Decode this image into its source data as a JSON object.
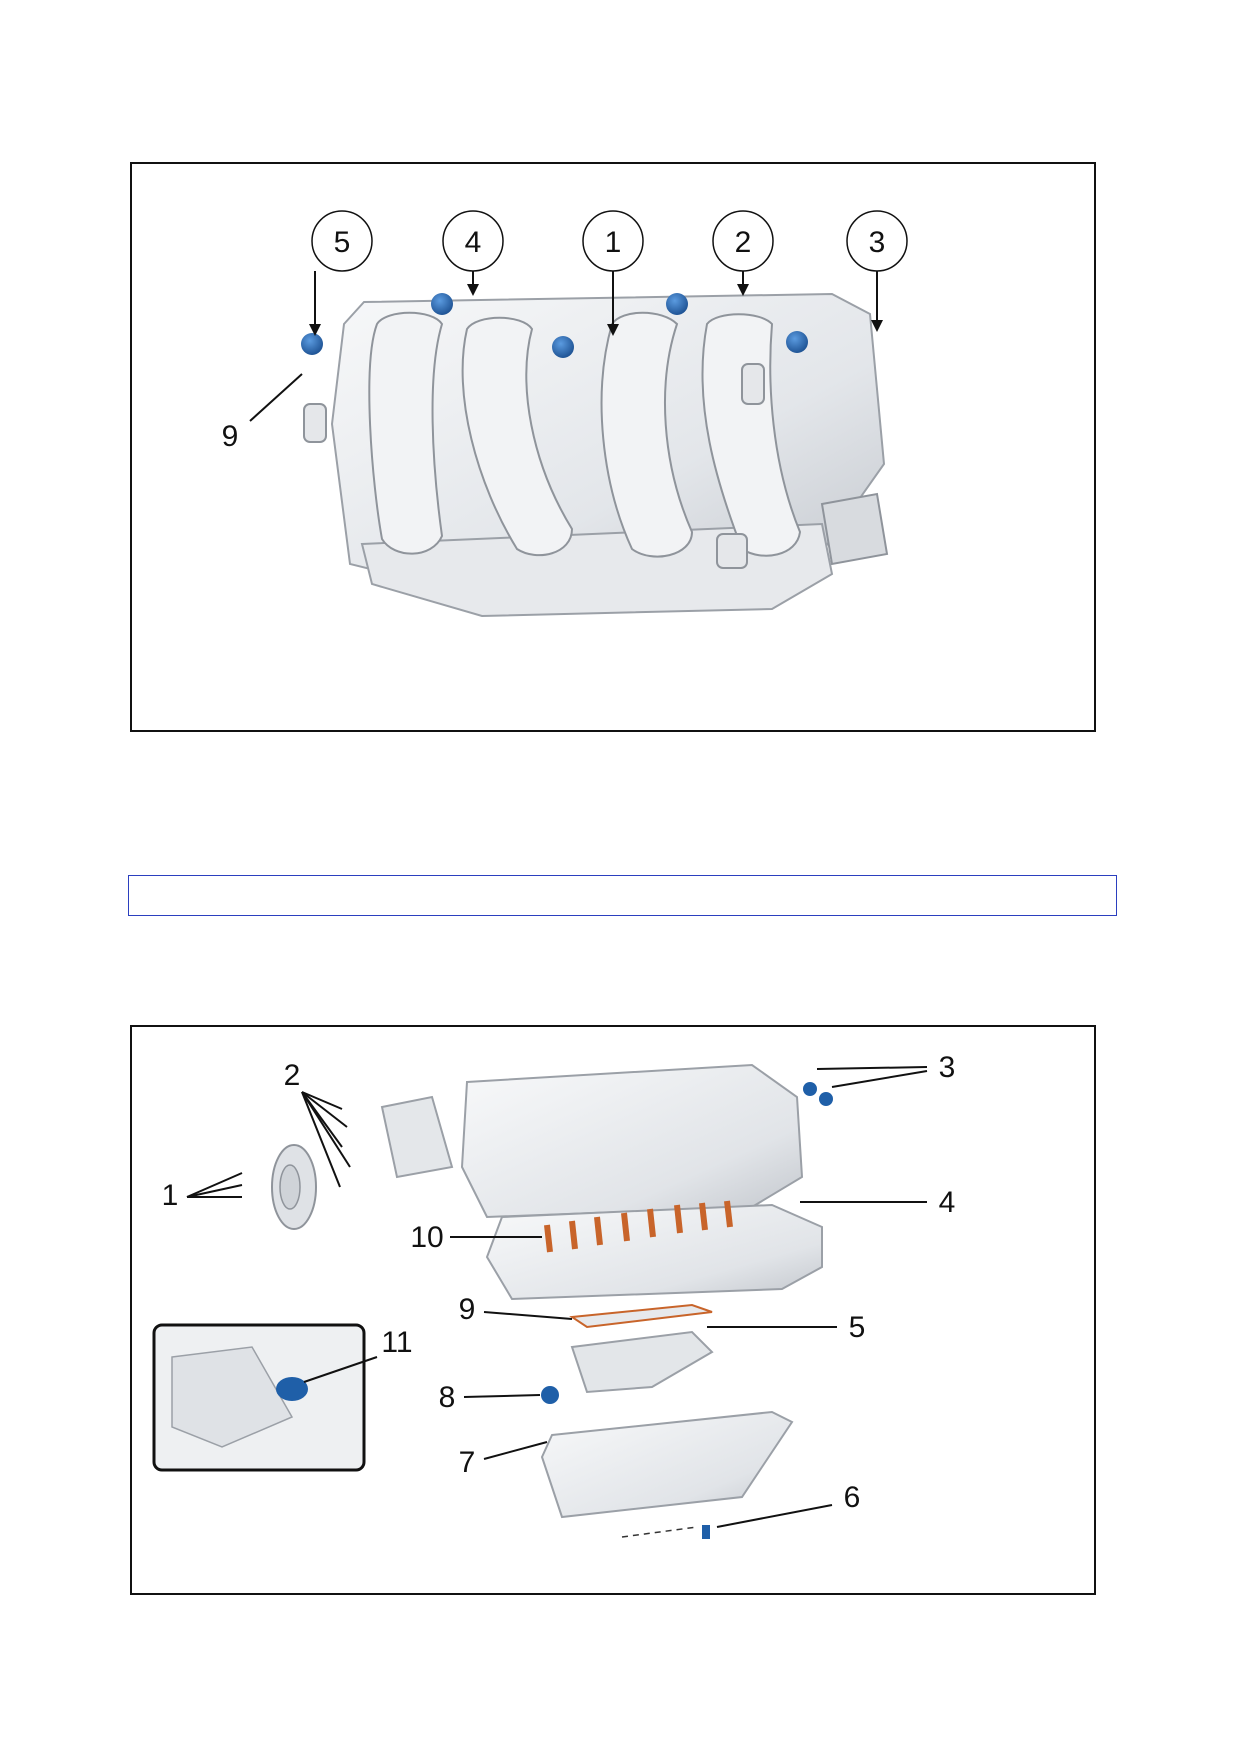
{
  "figure_top": {
    "callouts": [
      "5",
      "4",
      "1",
      "2",
      "3",
      "9"
    ]
  },
  "note_bar": {
    "text": ""
  },
  "figure_bottom": {
    "callouts": [
      "1",
      "2",
      "3",
      "4",
      "10",
      "9",
      "5",
      "11",
      "8",
      "7",
      "6"
    ]
  },
  "colors": {
    "frame": "#111111",
    "note_border": "#2b3fbf",
    "bolt_blue": "#1f5fa8",
    "stud_orange": "#c8642a",
    "part_light": "#e9ebee",
    "part_shade": "#b9bdc3"
  }
}
